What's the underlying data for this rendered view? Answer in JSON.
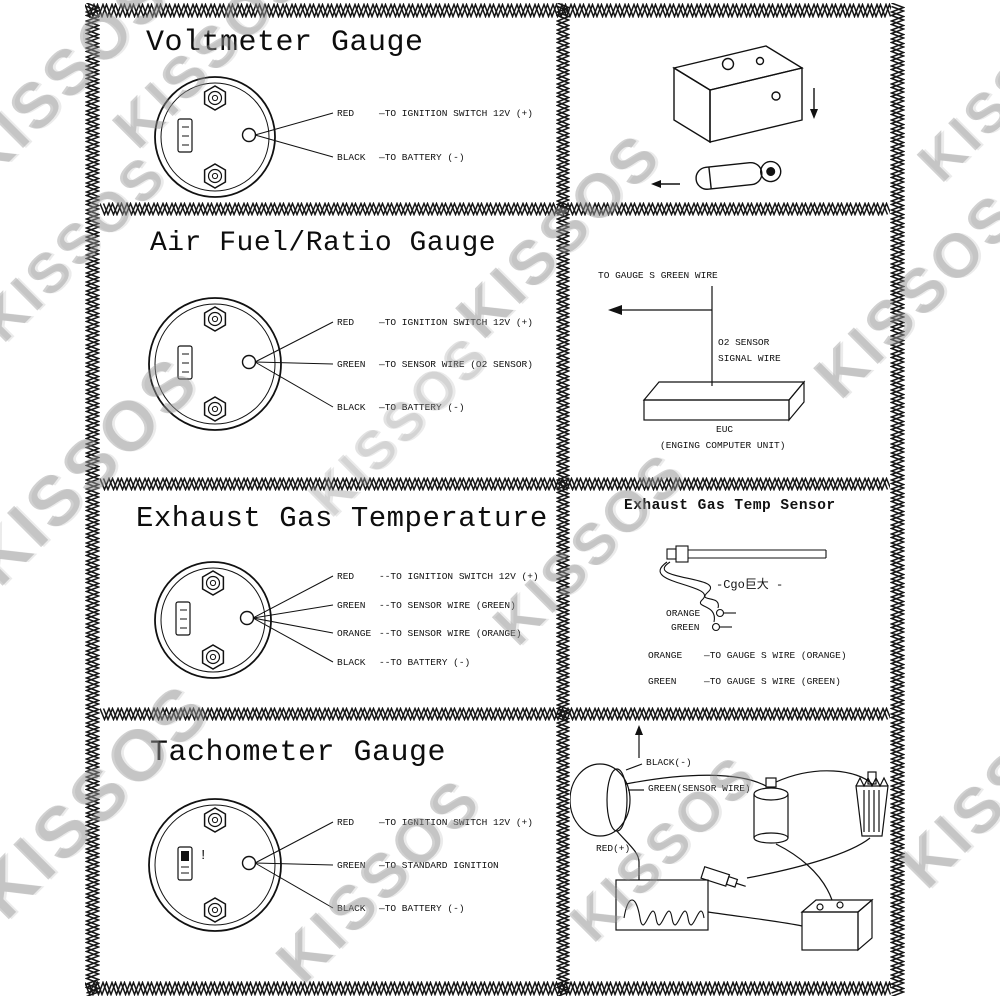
{
  "watermark": "KISSOS",
  "colors": {
    "ink": "#111111",
    "watermark_gray": "#c9c9c9"
  },
  "gauges": [
    {
      "title": "Voltmeter Gauge",
      "wires": [
        {
          "name": "RED",
          "desc": "—TO IGNITION SWITCH 12V (+)"
        },
        {
          "name": "BLACK",
          "desc": "—TO BATTERY (-)"
        }
      ]
    },
    {
      "title": "Air Fuel/Ratio Gauge",
      "wires": [
        {
          "name": "RED",
          "desc": "—TO IGNITION SWITCH 12V (+)"
        },
        {
          "name": "GREEN",
          "desc": "—TO SENSOR WIRE (O2 SENSOR)"
        },
        {
          "name": "BLACK",
          "desc": "—TO BATTERY (-)"
        }
      ]
    },
    {
      "title": "Exhaust Gas Temperature",
      "wires": [
        {
          "name": "RED",
          "desc": "--TO IGNITION SWITCH 12V (+)"
        },
        {
          "name": "GREEN",
          "desc": "--TO SENSOR WIRE (GREEN)"
        },
        {
          "name": "ORANGE",
          "desc": "--TO SENSOR WIRE (ORANGE)"
        },
        {
          "name": "BLACK",
          "desc": "--TO BATTERY (-)"
        }
      ]
    },
    {
      "title": "Tachometer Gauge",
      "wires": [
        {
          "name": "RED",
          "desc": "—TO IGNITION SWITCH 12V (+)"
        },
        {
          "name": "GREEN",
          "desc": "—TO STANDARD IGNITION"
        },
        {
          "name": "BLACK",
          "desc": "—TO BATTERY (-)"
        }
      ]
    }
  ],
  "air_fuel_diagram": {
    "wire_note": "TO GAUGE S GREEN WIRE",
    "sensor_line1": "O2 SENSOR",
    "sensor_line2": "SIGNAL WIRE",
    "ecu_abbr": "EUC",
    "ecu_full": "(ENGING COMPUTER UNIT)"
  },
  "egt_sensor_diagram": {
    "title": "Exhaust Gas Temp Sensor",
    "probe_marking": "-Cgo巨大 -",
    "lead_labels": [
      "ORANGE",
      "GREEN"
    ],
    "connections": [
      {
        "name": "ORANGE",
        "desc": "—TO GAUGE S WIRE (ORANGE)"
      },
      {
        "name": "GREEN",
        "desc": "—TO GAUGE S WIRE (GREEN)"
      }
    ]
  },
  "tach_diagram": {
    "labels": {
      "black": "BLACK(-)",
      "green": "GREEN(SENSOR WIRE)",
      "red": "RED(+)"
    }
  }
}
